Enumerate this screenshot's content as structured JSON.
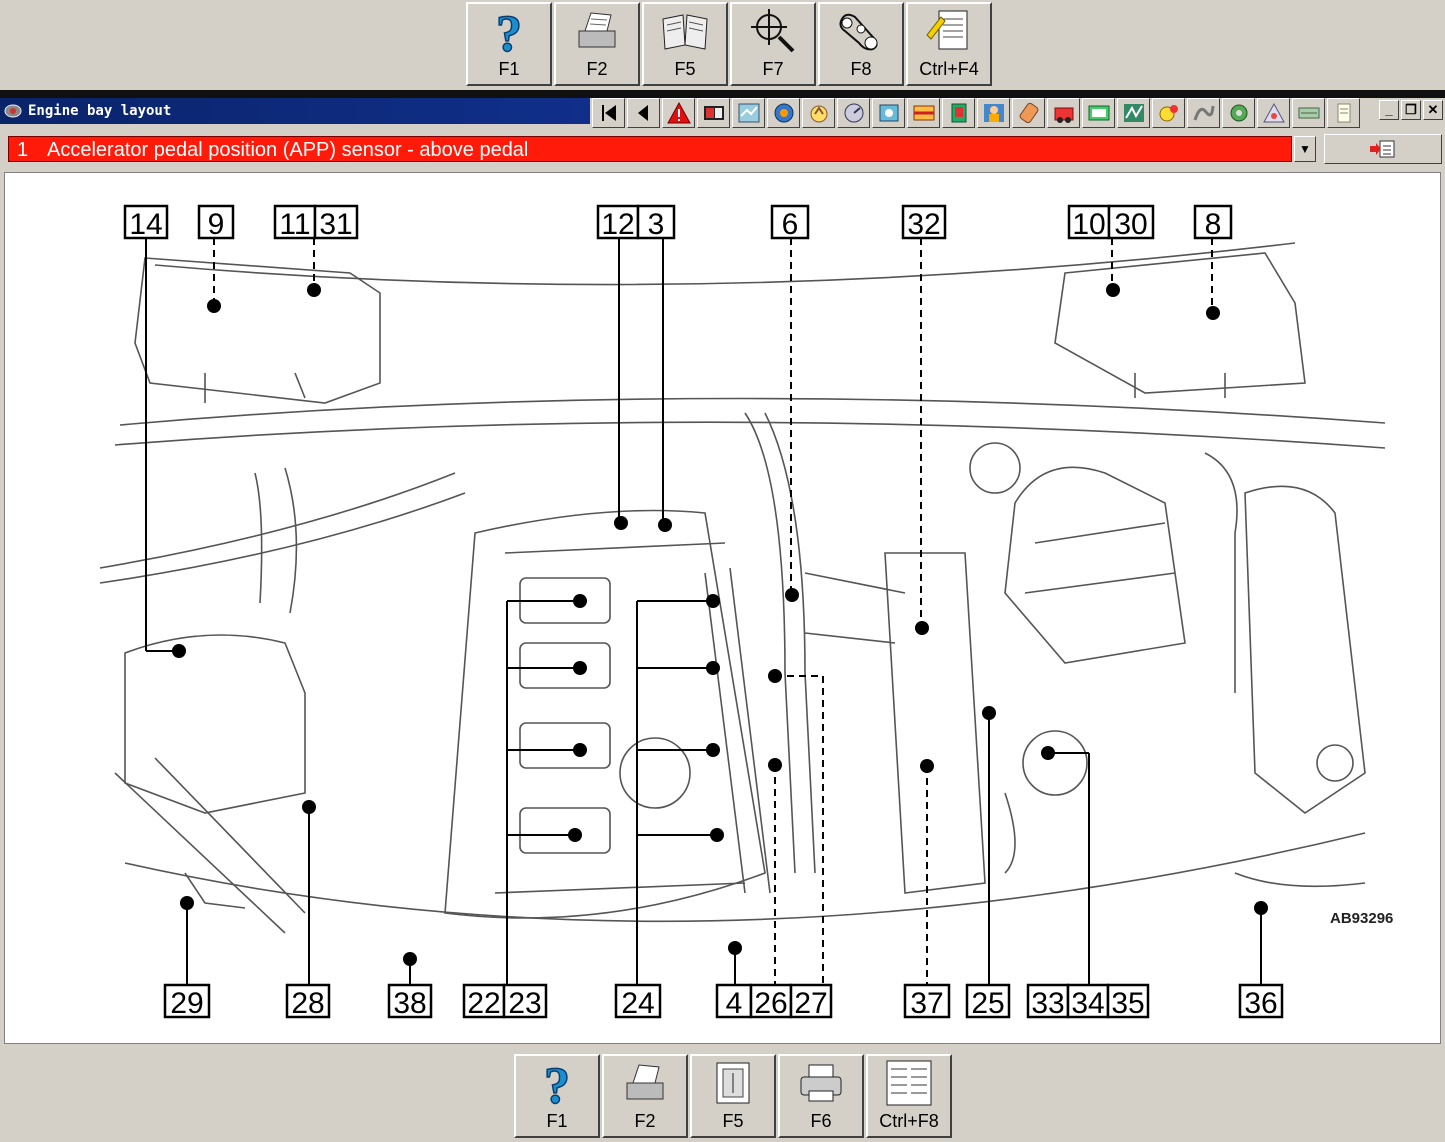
{
  "top_toolbar": {
    "buttons": [
      {
        "key": "F1",
        "icon": "help-icon"
      },
      {
        "key": "F2",
        "icon": "print-icon"
      },
      {
        "key": "F5",
        "icon": "book-icon"
      },
      {
        "key": "F7",
        "icon": "component-locator-icon"
      },
      {
        "key": "F8",
        "icon": "belt-drive-icon"
      },
      {
        "key": "Ctrl+F4",
        "icon": "notes-icon"
      }
    ]
  },
  "window": {
    "title": "Engine bay layout"
  },
  "component_select": {
    "number": "1",
    "text": "Accelerator pedal position (APP) sensor - above pedal"
  },
  "diagram": {
    "reference": "AB93296",
    "top_callouts": [
      "14",
      "9",
      "11",
      "31",
      "12",
      "3",
      "6",
      "32",
      "10",
      "30",
      "8"
    ],
    "bottom_callouts": [
      "29",
      "28",
      "38",
      "22",
      "23",
      "24",
      "4",
      "26",
      "27",
      "37",
      "25",
      "33",
      "34",
      "35",
      "36"
    ]
  },
  "bottom_toolbar": {
    "buttons": [
      {
        "key": "F1",
        "icon": "help-icon"
      },
      {
        "key": "F2",
        "icon": "print-icon"
      },
      {
        "key": "F5",
        "icon": "connector-icon"
      },
      {
        "key": "F6",
        "icon": "printer-icon"
      },
      {
        "key": "Ctrl+F8",
        "icon": "list-icon"
      }
    ]
  },
  "colors": {
    "selection_bg": "#ff1a0a",
    "titlebar": "#0a246a"
  }
}
